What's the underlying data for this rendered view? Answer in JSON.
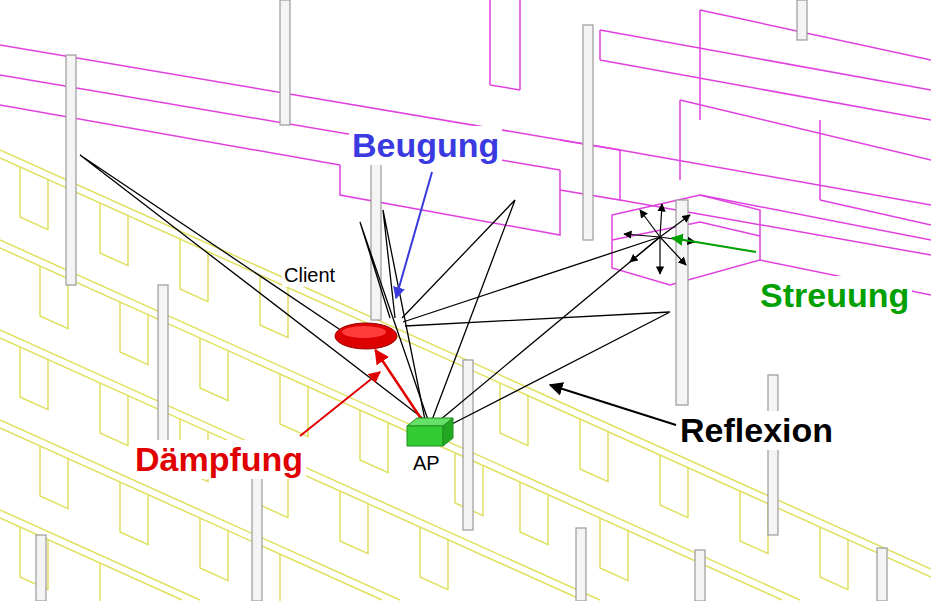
{
  "diagram": {
    "nodes": [
      {
        "text": [
          "Client"
        ]
      },
      {
        "text": [
          "AP"
        ]
      }
    ],
    "edges": [
      {
        "from": 1,
        "to": 0,
        "arrow": "to"
      }
    ],
    "labels": [
      "Beugung",
      "Streuung",
      "Reflexion",
      "Dämpfung"
    ]
  }
}
